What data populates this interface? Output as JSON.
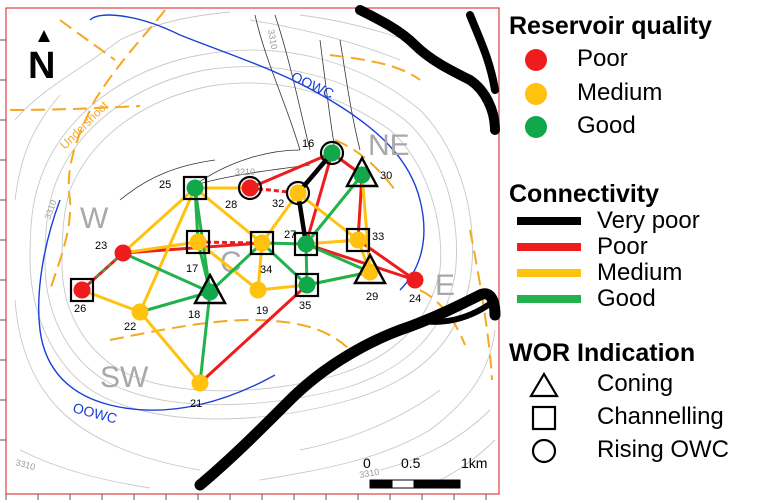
{
  "map": {
    "north_label": "N",
    "regions": [
      {
        "id": "ne",
        "label": "NE"
      },
      {
        "id": "w",
        "label": "W"
      },
      {
        "id": "e",
        "label": "E"
      },
      {
        "id": "sw",
        "label": "SW"
      },
      {
        "id": "c",
        "label": "C"
      }
    ],
    "oowc_labels": [
      "OOWC",
      "OOWC"
    ],
    "undershoot_label": "Undershoot",
    "contour_labels": [
      "3310",
      "3310",
      "3310",
      "3310",
      "3210"
    ],
    "scale": {
      "ticks": [
        "0",
        "0.5",
        "1km"
      ]
    },
    "wells": [
      {
        "id": "16",
        "label": "16",
        "quality": "Good",
        "indication": "Rising OWC"
      },
      {
        "id": "30",
        "label": "30",
        "quality": "Good",
        "indication": "Coning"
      },
      {
        "id": "25",
        "label": "25",
        "quality": "Good",
        "indication": "Channelling"
      },
      {
        "id": "28",
        "label": "28",
        "quality": "Poor",
        "indication": "Rising OWC"
      },
      {
        "id": "32",
        "label": "32",
        "quality": "Medium",
        "indication": "Rising OWC"
      },
      {
        "id": "27",
        "label": "27",
        "quality": "Good",
        "indication": "Channelling"
      },
      {
        "id": "33",
        "label": "33",
        "quality": "Medium",
        "indication": "Channelling"
      },
      {
        "id": "17",
        "label": "17",
        "quality": "Medium",
        "indication": "Channelling"
      },
      {
        "id": "34",
        "label": "34",
        "quality": "Medium",
        "indication": "Channelling"
      },
      {
        "id": "23",
        "label": "23",
        "quality": "Poor",
        "indication": ""
      },
      {
        "id": "26",
        "label": "26",
        "quality": "Poor",
        "indication": "Channelling"
      },
      {
        "id": "18",
        "label": "18",
        "quality": "Good",
        "indication": "Coning"
      },
      {
        "id": "19",
        "label": "19",
        "quality": "Medium",
        "indication": ""
      },
      {
        "id": "35",
        "label": "35",
        "quality": "Good",
        "indication": "Channelling"
      },
      {
        "id": "29",
        "label": "29",
        "quality": "Medium",
        "indication": "Coning"
      },
      {
        "id": "24",
        "label": "24",
        "quality": "Poor",
        "indication": ""
      },
      {
        "id": "22",
        "label": "22",
        "quality": "Medium",
        "indication": ""
      },
      {
        "id": "21",
        "label": "21",
        "quality": "Medium",
        "indication": ""
      }
    ],
    "connections": [
      {
        "from": "16",
        "to": "32",
        "conn": "Very poor"
      },
      {
        "from": "32",
        "to": "27",
        "conn": "Very poor"
      },
      {
        "from": "16",
        "to": "30",
        "conn": "Poor"
      },
      {
        "from": "16",
        "to": "28",
        "conn": "Poor"
      },
      {
        "from": "28",
        "to": "32",
        "conn": "Poor"
      },
      {
        "from": "30",
        "to": "33",
        "conn": "Poor"
      },
      {
        "from": "33",
        "to": "24",
        "conn": "Poor"
      },
      {
        "from": "27",
        "to": "24",
        "conn": "Poor"
      },
      {
        "from": "17",
        "to": "34",
        "conn": "Poor"
      },
      {
        "from": "23",
        "to": "34",
        "conn": "Poor"
      },
      {
        "from": "35",
        "to": "21",
        "conn": "Poor"
      },
      {
        "from": "23",
        "to": "26",
        "conn": "Poor"
      },
      {
        "from": "16",
        "to": "27",
        "conn": "Poor"
      },
      {
        "from": "25",
        "to": "28",
        "conn": "Medium"
      },
      {
        "from": "25",
        "to": "23",
        "conn": "Medium"
      },
      {
        "from": "25",
        "to": "22",
        "conn": "Medium"
      },
      {
        "from": "25",
        "to": "34",
        "conn": "Medium"
      },
      {
        "from": "23",
        "to": "17",
        "conn": "Medium"
      },
      {
        "from": "17",
        "to": "19",
        "conn": "Medium"
      },
      {
        "from": "32",
        "to": "34",
        "conn": "Medium"
      },
      {
        "from": "34",
        "to": "19",
        "conn": "Medium"
      },
      {
        "from": "32",
        "to": "33",
        "conn": "Medium"
      },
      {
        "from": "33",
        "to": "29",
        "conn": "Medium"
      },
      {
        "from": "29",
        "to": "35",
        "conn": "Medium"
      },
      {
        "from": "19",
        "to": "35",
        "conn": "Medium"
      },
      {
        "from": "22",
        "to": "26",
        "conn": "Medium"
      },
      {
        "from": "22",
        "to": "21",
        "conn": "Medium"
      },
      {
        "from": "30",
        "to": "29",
        "conn": "Medium"
      },
      {
        "from": "27",
        "to": "33",
        "conn": "Medium"
      },
      {
        "from": "25",
        "to": "17",
        "conn": "Good"
      },
      {
        "from": "25",
        "to": "18",
        "conn": "Good"
      },
      {
        "from": "17",
        "to": "18",
        "conn": "Good"
      },
      {
        "from": "23",
        "to": "18",
        "conn": "Good"
      },
      {
        "from": "18",
        "to": "21",
        "conn": "Good"
      },
      {
        "from": "18",
        "to": "22",
        "conn": "Good"
      },
      {
        "from": "18",
        "to": "34",
        "conn": "Good"
      },
      {
        "from": "34",
        "to": "35",
        "conn": "Good"
      },
      {
        "from": "34",
        "to": "27",
        "conn": "Good"
      },
      {
        "from": "27",
        "to": "35",
        "conn": "Good"
      },
      {
        "from": "30",
        "to": "27",
        "conn": "Good"
      },
      {
        "from": "35",
        "to": "29",
        "conn": "Good"
      },
      {
        "from": "27",
        "to": "29",
        "conn": "Good"
      },
      {
        "from": "23",
        "to": "26",
        "conn": "Good"
      }
    ]
  },
  "legend": {
    "quality_title": "Reservoir quality",
    "quality": [
      {
        "label": "Poor",
        "color": "#ee1c1c"
      },
      {
        "label": "Medium",
        "color": "#ffc20e"
      },
      {
        "label": "Good",
        "color": "#10a84a"
      }
    ],
    "connectivity_title": "Connectivity",
    "connectivity": [
      {
        "label": "Very poor",
        "color": "#000000"
      },
      {
        "label": "Poor",
        "color": "#ee1c1c"
      },
      {
        "label": "Medium",
        "color": "#ffc20e"
      },
      {
        "label": "Good",
        "color": "#22b14c"
      }
    ],
    "wor_title": "WOR Indication",
    "wor": [
      {
        "label": "Coning",
        "icon": "triangle-icon"
      },
      {
        "label": "Channelling",
        "icon": "square-icon"
      },
      {
        "label": "Rising OWC",
        "icon": "circle-icon"
      }
    ]
  }
}
